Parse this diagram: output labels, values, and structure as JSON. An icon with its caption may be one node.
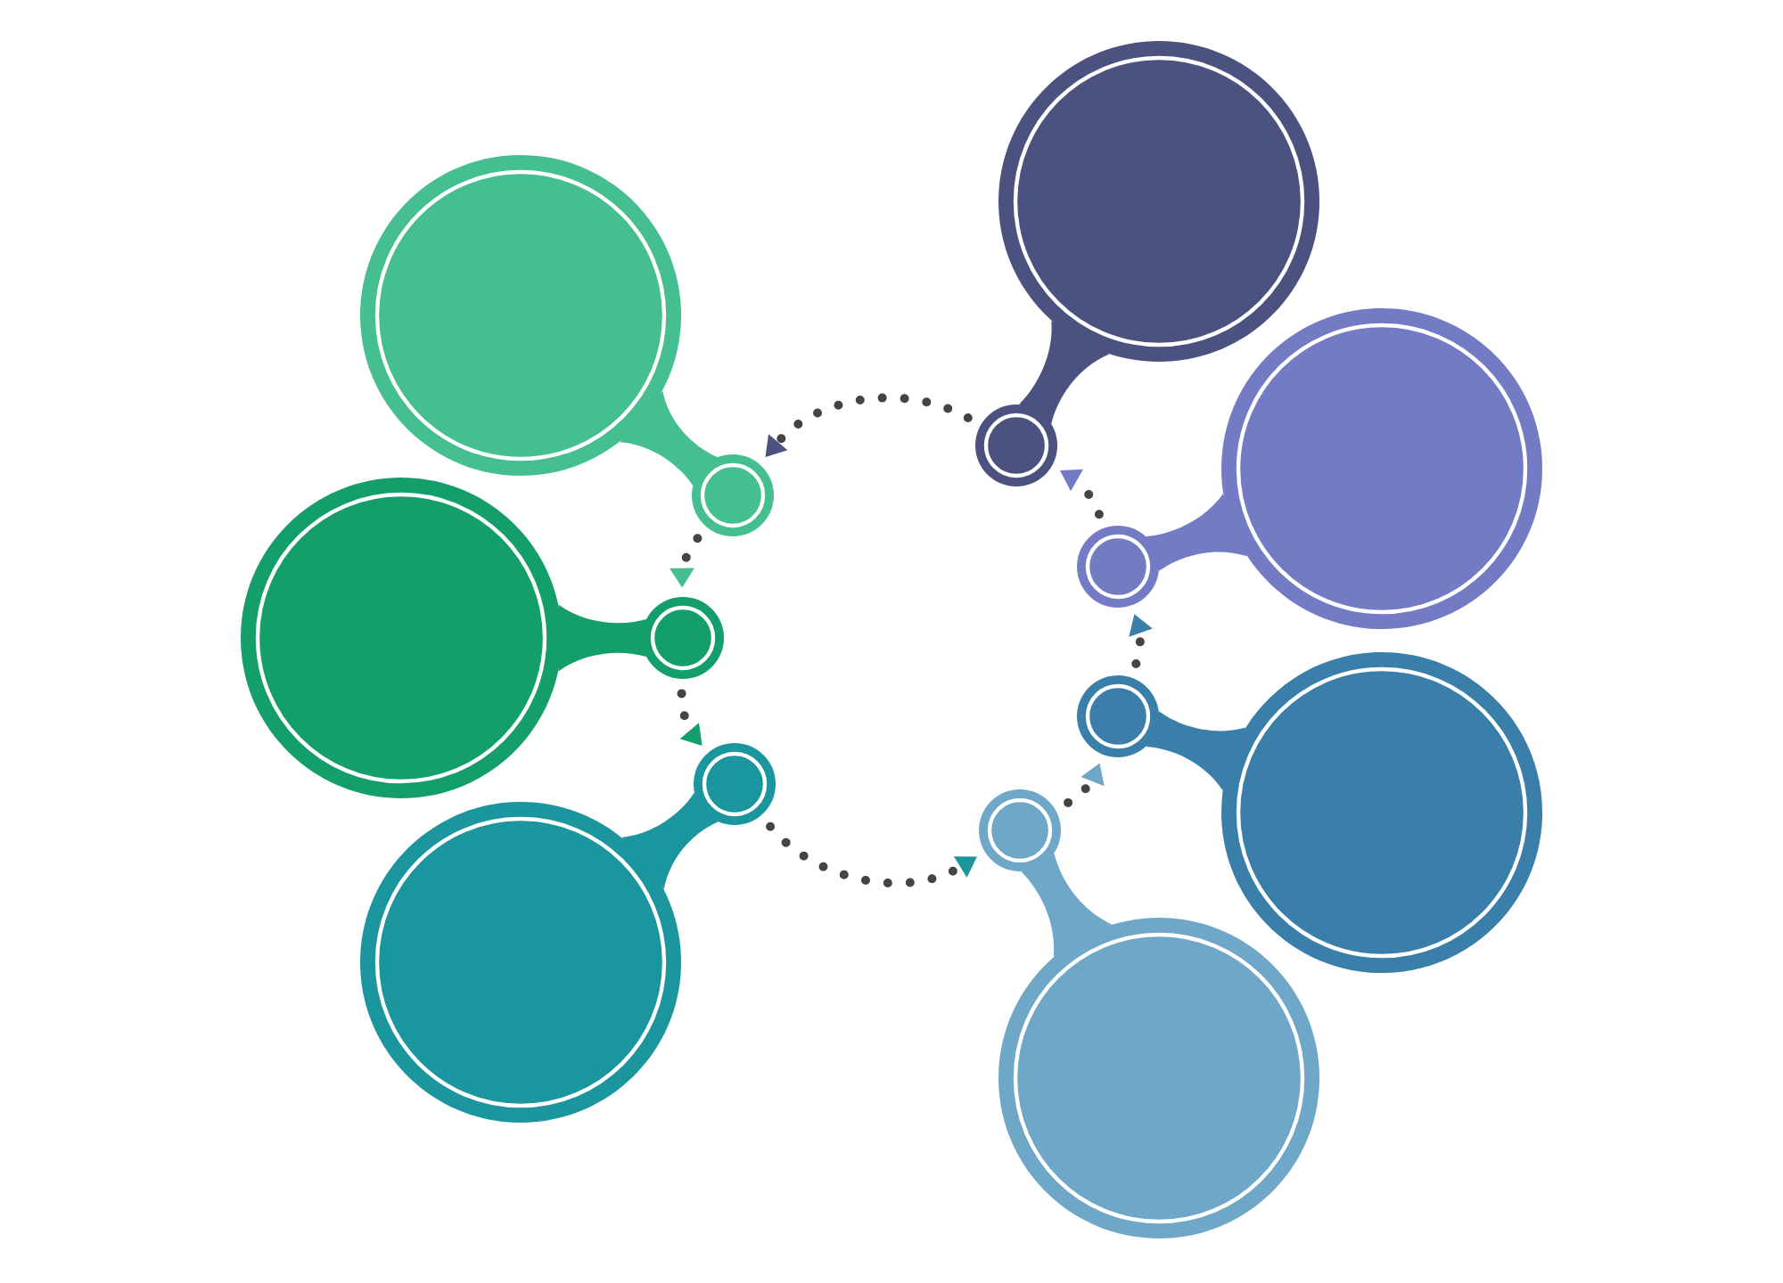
{
  "diagram": {
    "nodes": [
      {
        "text": [],
        "shape": "circle"
      },
      {
        "text": [],
        "shape": "circle"
      },
      {
        "text": [],
        "shape": "circle"
      },
      {
        "text": [],
        "shape": "circle"
      },
      {
        "text": [],
        "shape": "circle"
      },
      {
        "text": [],
        "shape": "circle"
      },
      {
        "text": [],
        "shape": "circle"
      },
      {
        "text": [],
        "shape": "circle"
      },
      {
        "text": [],
        "shape": "circle"
      },
      {
        "text": [],
        "shape": "circle"
      },
      {
        "text": [],
        "shape": "circle"
      },
      {
        "text": [],
        "shape": "circle"
      },
      {
        "text": [],
        "shape": "circle"
      },
      {
        "text": [],
        "shape": "circle"
      }
    ],
    "edges": [
      {
        "from": 0,
        "to": 1,
        "arrow": "none",
        "style": "thick",
        "color": "#45be91"
      },
      {
        "from": 2,
        "to": 3,
        "arrow": "none",
        "style": "thick",
        "color": "#139e6c"
      },
      {
        "from": 4,
        "to": 5,
        "arrow": "none",
        "style": "thick",
        "color": "#1c969e"
      },
      {
        "from": 6,
        "to": 7,
        "arrow": "none",
        "style": "thick",
        "color": "#4b527f"
      },
      {
        "from": 8,
        "to": 9,
        "arrow": "none",
        "style": "thick",
        "color": "#737bc4"
      },
      {
        "from": 10,
        "to": 11,
        "arrow": "none",
        "style": "thick",
        "color": "#3a7eaa"
      },
      {
        "from": 12,
        "to": 13,
        "arrow": "none",
        "style": "thick",
        "color": "#6fa7c8"
      },
      {
        "from": 7,
        "to": 1,
        "arrow": "to",
        "style": "dashed"
      },
      {
        "from": 1,
        "to": 3,
        "arrow": "to",
        "style": "dashed"
      },
      {
        "from": 3,
        "to": 5,
        "arrow": "to",
        "style": "dashed"
      },
      {
        "from": 5,
        "to": 13,
        "arrow": "to",
        "style": "dashed"
      },
      {
        "from": 13,
        "to": 11,
        "arrow": "to",
        "style": "dashed"
      },
      {
        "from": 11,
        "to": 9,
        "arrow": "to",
        "style": "dashed"
      },
      {
        "from": 9,
        "to": 7,
        "arrow": "to",
        "style": "dashed"
      }
    ]
  }
}
